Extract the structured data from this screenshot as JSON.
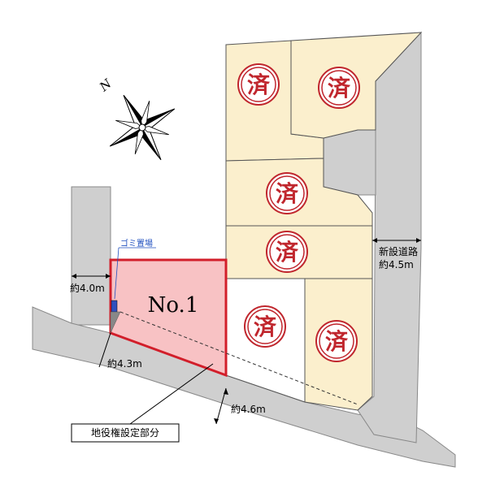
{
  "colors": {
    "road": "#cfcfcf",
    "lot_sold": "#fbefcd",
    "lot_target": "#f8c2c4",
    "target_border": "#d21e2a",
    "stamp": "#c0262d",
    "outline": "#555555"
  },
  "north_label": "N",
  "sold_stamp": "済",
  "target_lot_label": "No.1",
  "garbage_label": "ゴミ置場",
  "road_new": {
    "line1": "新設道路",
    "line2": "約4.5m"
  },
  "widths": {
    "left_road": "約4.0m",
    "front_road": "約4.3m",
    "bottom_road": "約4.6m"
  },
  "easement_label": "地役権設定部分",
  "icons": [
    "compass-rose-icon"
  ]
}
